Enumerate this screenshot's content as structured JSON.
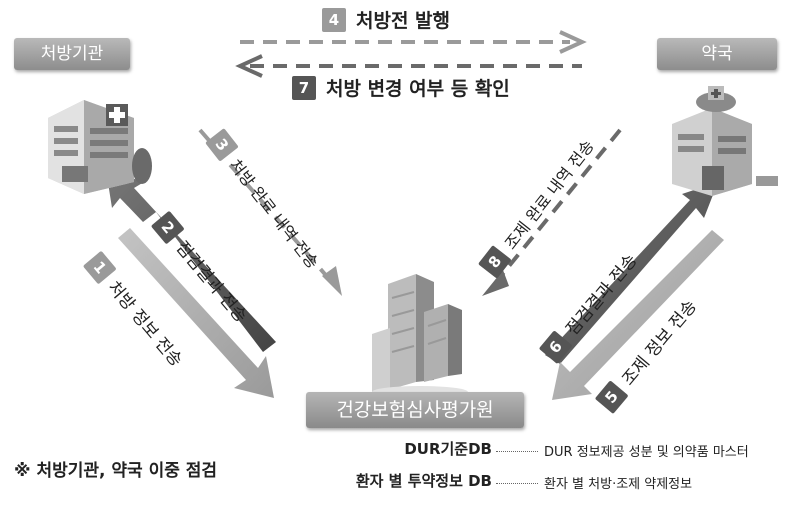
{
  "nodes": {
    "hospital": "처방기관",
    "pharmacy": "약국",
    "hira": "건강보험심사평가원"
  },
  "steps": {
    "s1": {
      "num": "1",
      "text": "처방 정보 전송"
    },
    "s2": {
      "num": "2",
      "text": "점검결과 전송"
    },
    "s3": {
      "num": "3",
      "text": "처방 완료 내역 전송"
    },
    "s4": {
      "num": "4",
      "text": "처방전 발행"
    },
    "s5": {
      "num": "5",
      "text": "조제 정보 전송"
    },
    "s6": {
      "num": "6",
      "text": "점검결과 전송"
    },
    "s7": {
      "num": "7",
      "text": "처방 변경 여부 등 확인"
    },
    "s8": {
      "num": "8",
      "text": "조제 완료 내역 전송"
    }
  },
  "databases": [
    {
      "name": "DUR기준DB",
      "desc": "DUR 정보제공 성분 및 의약품 마스터"
    },
    {
      "name": "환자 별 투약정보 DB",
      "desc": "환자 별 처방·조제 약제정보"
    }
  ],
  "note": "※ 처방기관, 약국 이중 점검",
  "colors": {
    "light_arrow": "#a9a9a9",
    "dark_arrow": "#5a5a5a",
    "label_box": "#9e9e9e"
  },
  "icons": [
    "hospital-building-icon",
    "pharmacy-building-icon",
    "office-buildings-icon"
  ]
}
